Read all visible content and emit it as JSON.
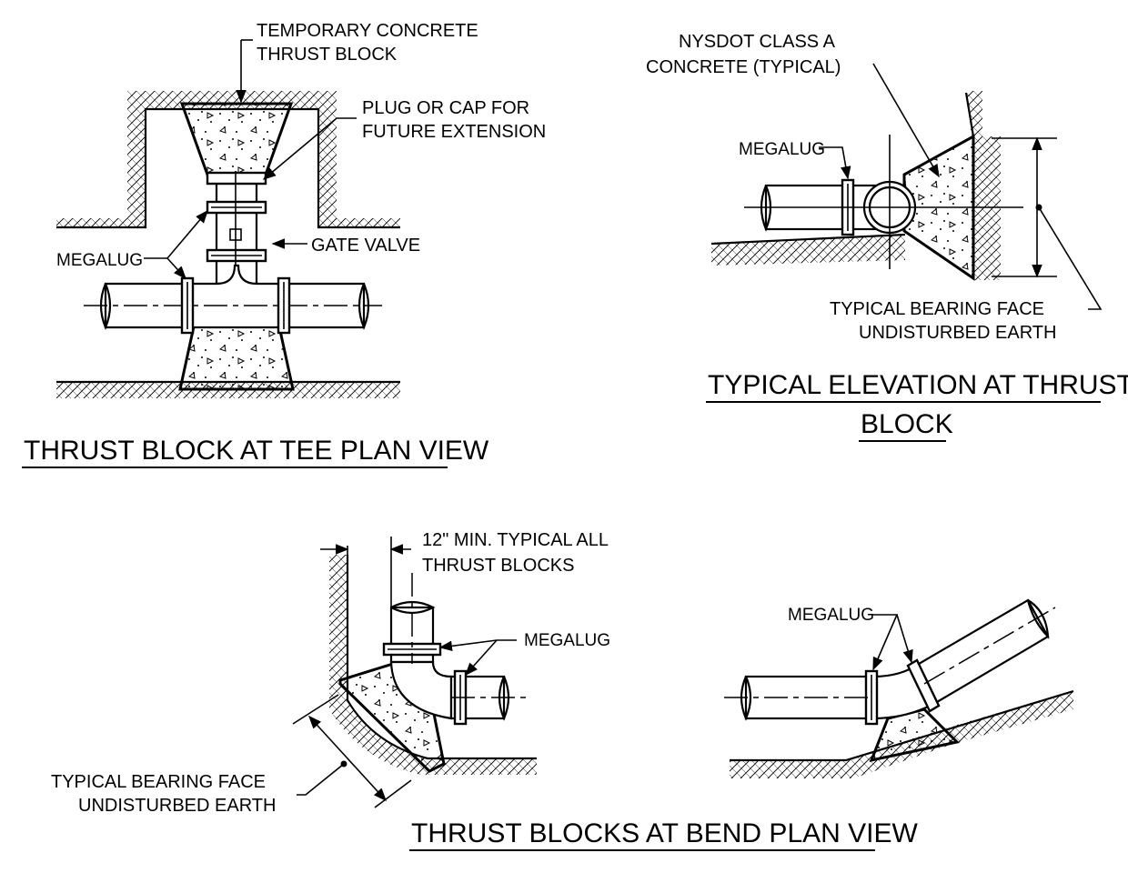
{
  "colors": {
    "ink": "#000000",
    "paper": "#ffffff"
  },
  "tee_plan": {
    "title": "THRUST BLOCK AT TEE PLAN VIEW",
    "labels": {
      "temporary_block_line1": "TEMPORARY CONCRETE",
      "temporary_block_line2": "THRUST BLOCK",
      "plug_line1": "PLUG OR CAP FOR",
      "plug_line2": "FUTURE EXTENSION",
      "gate_valve": "GATE VALVE",
      "megalug": "MEGALUG"
    }
  },
  "elevation": {
    "title_line1": "TYPICAL ELEVATION AT THRUST",
    "title_line2": "BLOCK",
    "labels": {
      "concrete_line1": "NYSDOT CLASS A",
      "concrete_line2": "CONCRETE (TYPICAL)",
      "megalug": "MEGALUG",
      "bearing_line1": "TYPICAL BEARING FACE",
      "bearing_line2": "UNDISTURBED EARTH"
    }
  },
  "bend_plan": {
    "title": "THRUST BLOCKS AT BEND PLAN VIEW",
    "labels": {
      "min_line1": "12\" MIN. TYPICAL ALL",
      "min_line2": "THRUST BLOCKS",
      "megalug_left": "MEGALUG",
      "megalug_right": "MEGALUG",
      "bearing_line1": "TYPICAL BEARING FACE",
      "bearing_line2": "UNDISTURBED EARTH"
    }
  }
}
